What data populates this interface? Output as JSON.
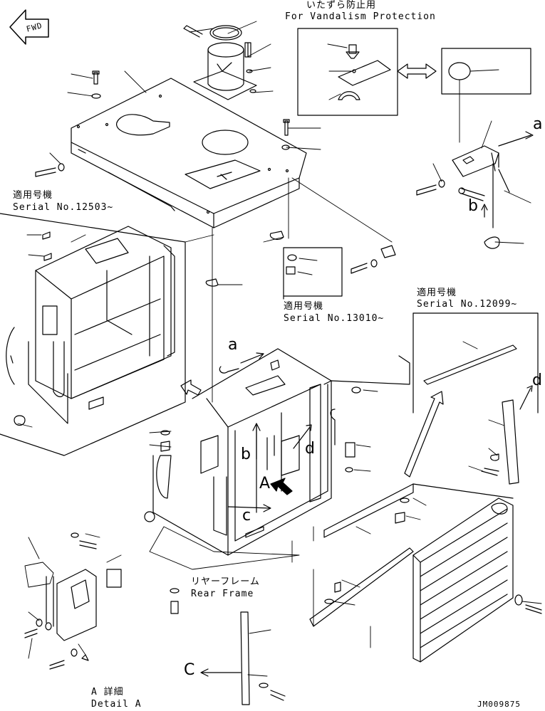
{
  "labels": {
    "vandalism_jp": "いたずら防止用",
    "vandalism_en": "For Vandalism Protection",
    "serial_a_jp": "適用号機",
    "serial_a_en": "Serial No.12503~",
    "serial_b_jp": "適用号機",
    "serial_b_en": "Serial No.13010~",
    "serial_c_jp": "適用号機",
    "serial_c_en": "Serial No.12099~",
    "rear_frame_jp": "リヤーフレーム",
    "rear_frame_en": "Rear Frame",
    "detail_jp": "A 詳細",
    "detail_en": "Detail A",
    "drawing_no": "JM009875",
    "fwd": "FWD",
    "ref_a1": "a",
    "ref_a2": "a",
    "ref_b1": "b",
    "ref_b2": "b",
    "ref_c1": "c",
    "ref_c2": "C",
    "ref_d1": "d",
    "ref_d2": "d",
    "ref_view_a": "A"
  },
  "colors": {
    "ink": "#000000",
    "paper": "#ffffff"
  }
}
